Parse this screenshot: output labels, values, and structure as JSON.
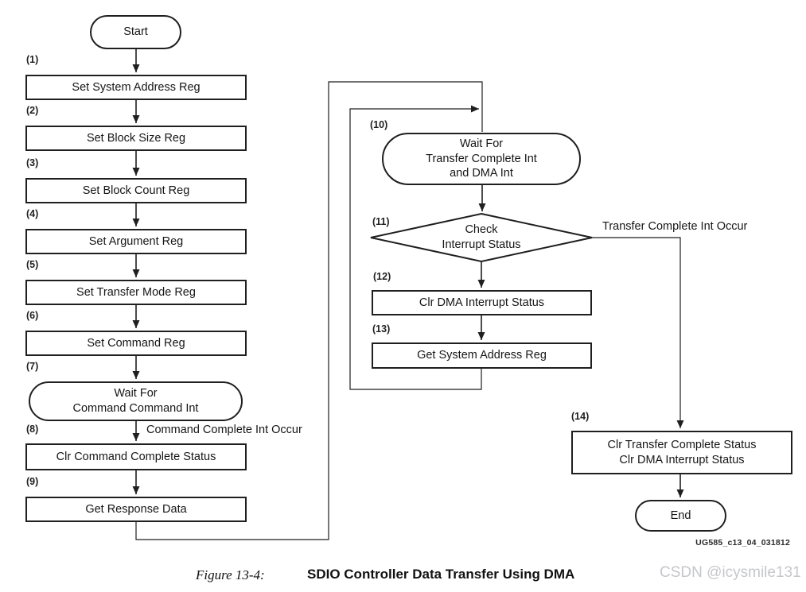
{
  "figure": {
    "caption_label": "Figure 13-4:",
    "caption_title": "SDIO Controller Data Transfer Using DMA",
    "doc_id": "UG585_c13_04_031812",
    "watermark": "CSDN @icysmile131"
  },
  "edge_labels": {
    "command_complete": "Command Complete Int Occur",
    "transfer_complete": "Transfer Complete Int Occur"
  },
  "nodes": {
    "start": {
      "label": "Start"
    },
    "n1": {
      "num": "(1)",
      "label": "Set System Address Reg"
    },
    "n2": {
      "num": "(2)",
      "label": "Set Block Size Reg"
    },
    "n3": {
      "num": "(3)",
      "label": "Set Block Count Reg"
    },
    "n4": {
      "num": "(4)",
      "label": "Set Argument Reg"
    },
    "n5": {
      "num": "(5)",
      "label": "Set Transfer Mode Reg"
    },
    "n6": {
      "num": "(6)",
      "label": "Set Command Reg"
    },
    "n7": {
      "num": "(7)",
      "line1": "Wait For",
      "line2": "Command Command Int"
    },
    "n8": {
      "num": "(8)",
      "label": "Clr Command Complete Status"
    },
    "n9": {
      "num": "(9)",
      "label": "Get Response Data"
    },
    "n10": {
      "num": "(10)",
      "line1": "Wait For",
      "line2": "Transfer Complete Int",
      "line3": "and DMA Int"
    },
    "n11": {
      "num": "(11)",
      "line1": "Check",
      "line2": "Interrupt Status"
    },
    "n12": {
      "num": "(12)",
      "label": "Clr DMA Interrupt Status"
    },
    "n13": {
      "num": "(13)",
      "label": "Get System Address Reg"
    },
    "n14": {
      "num": "(14)",
      "line1": "Clr Transfer Complete Status",
      "line2": "Clr DMA Interrupt Status"
    },
    "end": {
      "label": "End"
    }
  },
  "colors": {
    "line": "#1f1f1f",
    "box_fill": "#ffffff",
    "watermark_gray": "#c6c7cb"
  }
}
